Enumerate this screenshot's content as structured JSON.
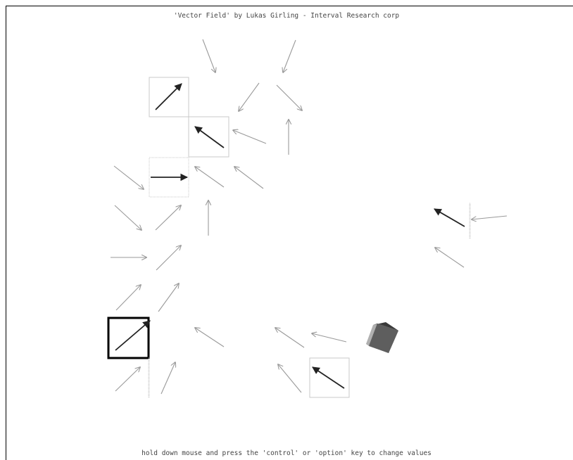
{
  "window": {
    "title": "'Vector Field' by Lukas Girling - Interval Research corp",
    "instructions": "hold down mouse and press the 'control' or 'option' key to change values"
  },
  "colors": {
    "background": "#ffffff",
    "frame": "#000000",
    "arrow_active": "#222222",
    "arrow_inactive": "#9a9a9a",
    "cell_border": "#c8c8c8",
    "selection_border": "#000000",
    "cube_front": "#6a6a6a",
    "cube_side": "#b0b0b0",
    "cube_top": "#3a3a3a"
  },
  "vector_field": {
    "selected_cell_index": 27,
    "cube": {
      "name": "3d-cube-icon"
    }
  }
}
